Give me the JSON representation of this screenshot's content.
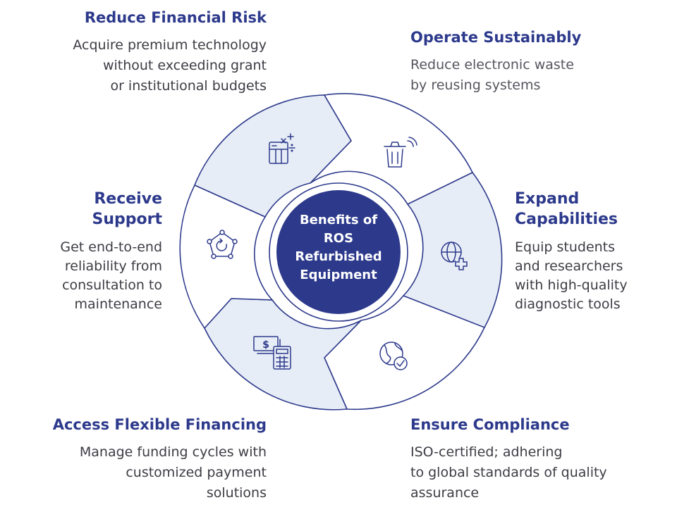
{
  "center": {
    "lines": [
      "Benefits of",
      "ROS",
      "Refurbished",
      "Equipment"
    ]
  },
  "benefits": [
    {
      "title": "Reduce Financial Risk",
      "description": [
        "Acquire premium technology",
        "without exceeding grant",
        "or institutional budgets"
      ],
      "icon": "finance-calculator-icon"
    },
    {
      "title": "Operate Sustainably",
      "description": [
        "Reduce electronic waste",
        "by reusing systems"
      ],
      "icon": "smart-trash-bin-icon"
    },
    {
      "title": [
        "Expand",
        "Capabilities"
      ],
      "description": [
        "Equip students",
        "and researchers",
        "with high-quality",
        "diagnostic tools"
      ],
      "icon": "globe-plus-icon"
    },
    {
      "title": "Ensure Compliance",
      "description": [
        "ISO-certified; adhering",
        "to global standards of quality",
        "assurance"
      ],
      "icon": "globe-check-icon"
    },
    {
      "title": "Access Flexible Financing",
      "description": [
        "Manage funding cycles with",
        "customized payment",
        "solutions"
      ],
      "icon": "money-calculator-icon"
    },
    {
      "title": [
        "Receive",
        "Support"
      ],
      "description": [
        "Get end-to-end",
        "reliability from",
        "consultation to",
        "maintenance"
      ],
      "icon": "support-cycle-icon"
    }
  ],
  "colors": {
    "title": "#2d3a8c",
    "center_fill": "#2d3a8c",
    "segment_light": "#e7edf6",
    "segment_white": "#ffffff",
    "outline": "#2d3a8c"
  }
}
